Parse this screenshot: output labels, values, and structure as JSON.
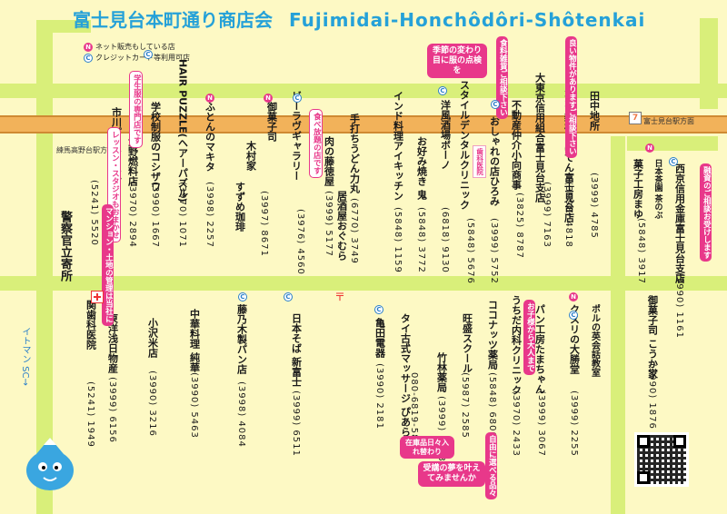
{
  "header": {
    "title_jp": "富士見台本町通り商店会",
    "title_en": "Fujimidai-Honchôdôri-Shôtenkai"
  },
  "legend": {
    "net_shop": "ネット販売もしている店",
    "credit_card": "クレジットカード等利用可店",
    "net_mark": "N",
    "card_mark": "C"
  },
  "map_labels": {
    "station_east": "富士見台駅方面",
    "station_west": "練馬高野台駅方面",
    "police": "警察官立寄所",
    "itoman": "イトマン SC→",
    "post_office": "〒",
    "seven_eleven": "7"
  },
  "upper_row": [
    {
      "name": "市川プランニング",
      "tel": "(5241) 5520"
    },
    {
      "name": "大野燃料店",
      "tel": "(3970) 2894"
    },
    {
      "name": "学校制服のコシザワ",
      "tel": "(3990) 1667"
    },
    {
      "name": "HAIR PUZZLE(ヘアーパズル)",
      "tel": "(3970) 1071"
    },
    {
      "name": "ふとんのマキタ",
      "tel": "(3998) 2257"
    },
    {
      "name": "すずめ珈琲",
      "tel": ""
    },
    {
      "name": "木村家",
      "tel": "(3997) 8671"
    },
    {
      "name": "御菓子司",
      "tel": ""
    },
    {
      "name": "ビーラヴギャラリー",
      "tel": "(3976) 4560"
    },
    {
      "name": "肉の藤徳屋",
      "tel": "(3999) 5177"
    },
    {
      "name": "手打ちうどん力丸",
      "tel": "(6770) 3749"
    },
    {
      "name": "居酒屋おぐむら",
      "tel": ""
    },
    {
      "name": "インド料理アイキッチン",
      "tel": "(5848) 1159"
    },
    {
      "name": "お好み焼き 鬼",
      "tel": "(5848) 3772"
    },
    {
      "name": "洋風酒場ボーノ",
      "tel": "(6818) 9130"
    },
    {
      "name": "スタイルデンタルクリニック",
      "tel": "(5848) 5676"
    },
    {
      "name": "おしゃれの店ひろみ",
      "tel": "(3999) 5752"
    },
    {
      "name": "不動産仲介小向商事",
      "tel": "(3825) 8787"
    },
    {
      "name": "大東京信用組合富士見台支店",
      "tel": "(3999) 7163"
    },
    {
      "name": "とんかつ新宿さぼてん富士見台店",
      "tel": "(3998) 4818"
    },
    {
      "name": "田中地所",
      "tel": "(3999) 4785"
    },
    {
      "name": "菓子工房まゆ",
      "tel": "(5848) 3917"
    },
    {
      "name": "日本茶園 茶のぶ",
      "tel": ""
    },
    {
      "name": "西京信用金庫富士見台支店",
      "tel": "(3990) 1161"
    }
  ],
  "lower_row": [
    {
      "name": "関歯科医院",
      "tel": "(5241) 1949"
    },
    {
      "name": "東洋浅日物産",
      "tel": "(3999) 6156"
    },
    {
      "name": "小沢米店",
      "tel": "(3990) 3216"
    },
    {
      "name": "中華料理 純華",
      "tel": "(3990) 5463"
    },
    {
      "name": "藤乃木製パン店",
      "tel": "(3998) 4084"
    },
    {
      "name": "日本そば 新富士",
      "tel": "(3999) 6511"
    },
    {
      "name": "亀田電器",
      "tel": "(3990) 2181"
    },
    {
      "name": "タイ古式マッサージ ぴあらしも",
      "tel": "080-6819-5835"
    },
    {
      "name": "竹林薬局",
      "tel": "(3999) 1573"
    },
    {
      "name": "旺盛スクール",
      "tel": "(5987) 2585"
    },
    {
      "name": "ココナッツ薬局",
      "tel": "(5848) 6800"
    },
    {
      "name": "うちだ内科クリニック",
      "tel": "(3970) 2433"
    },
    {
      "name": "パン工房たまちゃん",
      "tel": "(3999) 3067"
    },
    {
      "name": "ポルの英会話教室",
      "tel": ""
    },
    {
      "name": "クスリの大勝堂",
      "tel": "(3999) 2255"
    },
    {
      "name": "御菓子司 こうか家",
      "tel": "(3990) 1876"
    }
  ],
  "bubbles": {
    "school_uniform": "学生服の専門店です",
    "lessons": "レッスン・スタジオもおまかせ",
    "mansion": "マンション・土地の管理は当社に",
    "food_store": "食べ放題の店です",
    "season_cook": "季節の変わり目に服の点検を",
    "catalog": "食料雑貨ご相談下さい",
    "order_ok": "良い物件がありますご相談下さい",
    "west_bank": "融資のご相談お受けします",
    "dental": "歯科医院",
    "kids_clinic": "お子様から大人まで",
    "massage_lessons": "受講の夢を叶えてみませんか",
    "exchange": "在庫品日々入れ替わり",
    "coupon": "自由に選べる品々"
  },
  "colors": {
    "background": "#fdf9c4",
    "road": "#d9ef7a",
    "shop_street": "#f2b25a",
    "title": "#25a1d8",
    "accent_pink": "#e8388a"
  },
  "icons": [
    "net-shop-icon",
    "credit-card-icon",
    "seven-eleven-icon",
    "post-office-icon",
    "hospital-icon",
    "mascot-icon",
    "qr-code-icon"
  ]
}
